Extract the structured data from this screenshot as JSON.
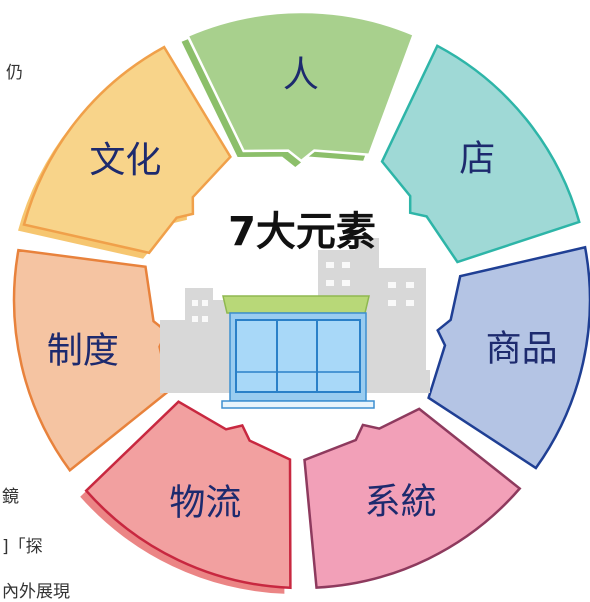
{
  "diagram": {
    "title": "7大元素",
    "segments": [
      {
        "label": "人",
        "fill": "#a8d08d",
        "stroke": "#ffffff",
        "shadow": "#7fb85a"
      },
      {
        "label": "店",
        "fill": "#9fd9d6",
        "stroke": "#2eb5a8",
        "shadow": "#ffffff"
      },
      {
        "label": "商品",
        "fill": "#b4c4e4",
        "stroke": "#1f3f94",
        "shadow": "#ffffff"
      },
      {
        "label": "系統",
        "fill": "#f2a0b8",
        "stroke": "#8e3a5e",
        "shadow": "#ffffff"
      },
      {
        "label": "物流",
        "fill": "#f2a0a0",
        "stroke": "#c82840",
        "shadow": "#e97878"
      },
      {
        "label": "制度",
        "fill": "#f5c4a2",
        "stroke": "#e8823c",
        "shadow": "#ffffff"
      },
      {
        "label": "文化",
        "fill": "#f8d48a",
        "stroke": "#f0a04a",
        "shadow": "#f5c060"
      }
    ]
  },
  "background_text": {
    "line1": "仍",
    "line2": "鏡",
    "line3": "]「探",
    "line4": "內外展現"
  }
}
